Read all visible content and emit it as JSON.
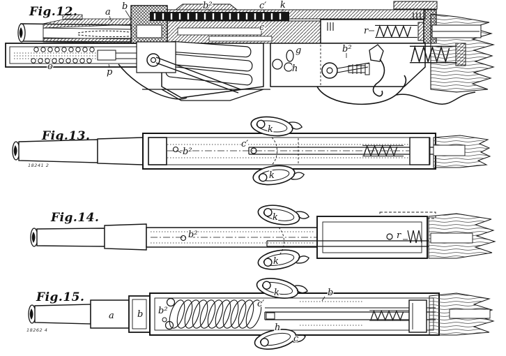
{
  "page": {
    "background": "#ffffff",
    "ink": "#141414",
    "description": "Patent drawing sheet: four longitudinal sections of a repeating-rifle breech action"
  },
  "figures": [
    {
      "title": "Fig.12.",
      "labels": {
        "a": "a",
        "b": "b",
        "b2_top": "b²",
        "c_prime": "c′",
        "k": "k",
        "c": "c",
        "r": "r",
        "g": "g",
        "h": "h",
        "b2_mid": "b²",
        "o": "o",
        "p": "p"
      }
    },
    {
      "title": "Fig.13.",
      "plate_mark": "18241 2",
      "labels": {
        "b2": "b²",
        "c_prime": "c′",
        "k_top": "k",
        "k_bottom": "k"
      }
    },
    {
      "title": "Fig.14.",
      "labels": {
        "b2": "b²",
        "k_top": "k",
        "k_bottom": "k",
        "r": "r"
      }
    },
    {
      "title": "Fig.15.",
      "plate_mark": "18262 4",
      "labels": {
        "a": "a",
        "b_left": "b",
        "b2": "b²",
        "c_prime": "c′",
        "k_top": "k",
        "h": "h",
        "c": "c",
        "b_right": "b"
      }
    }
  ]
}
